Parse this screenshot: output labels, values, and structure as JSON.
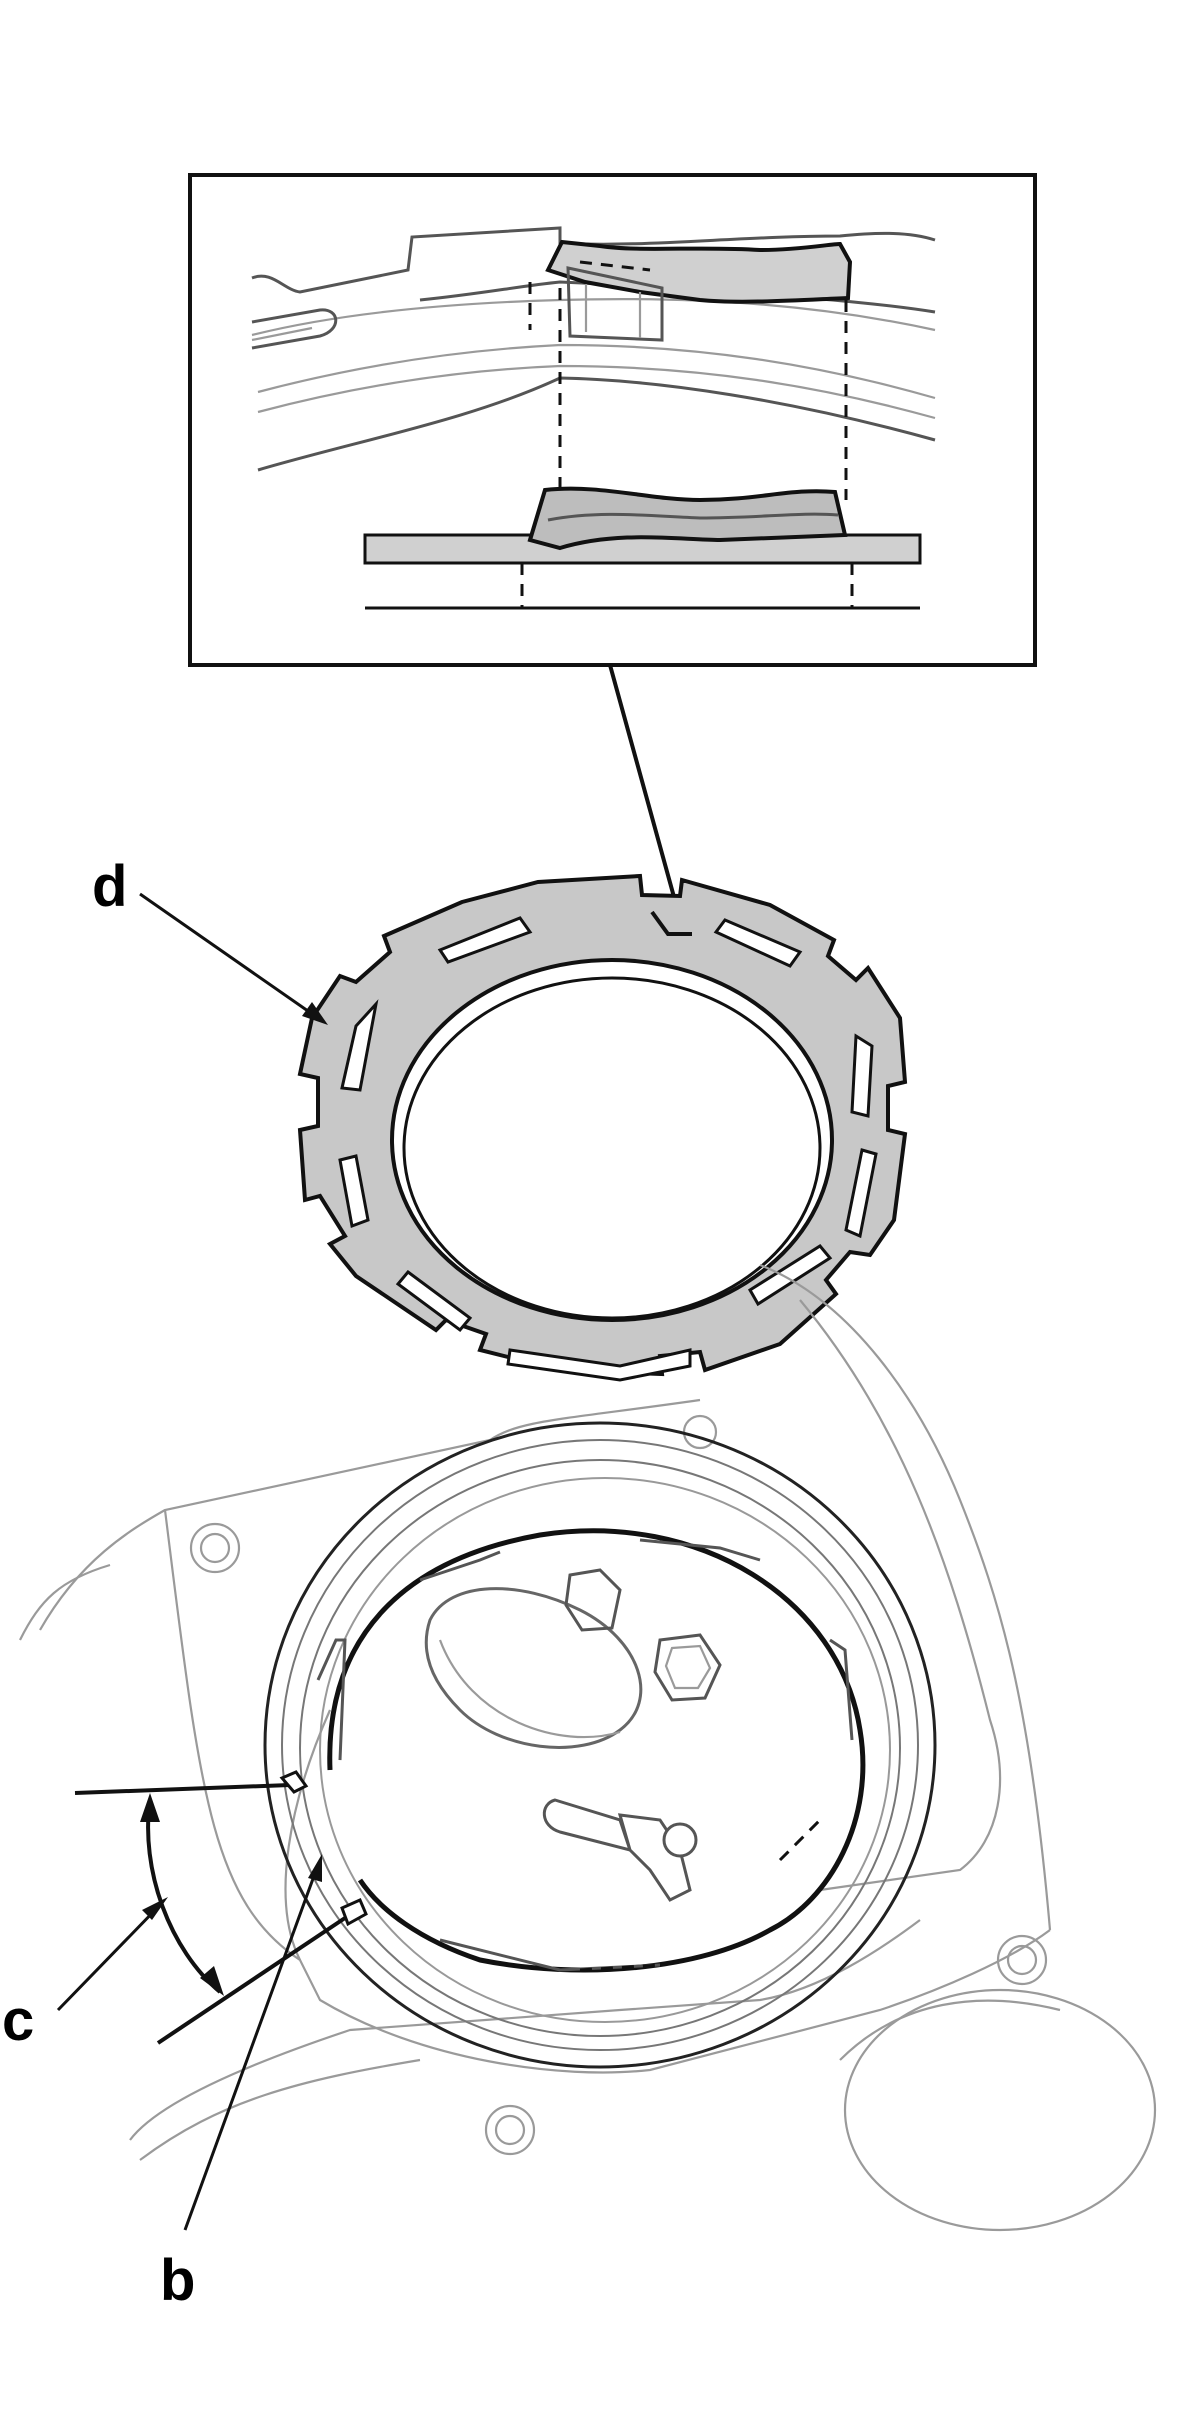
{
  "callouts": {
    "b": "b",
    "c": "c",
    "d": "d"
  },
  "colors": {
    "ring_fill": "#c8c8c8",
    "outline_dark": "#111111",
    "outline_light": "#9a9a9a",
    "background": "#ffffff"
  }
}
